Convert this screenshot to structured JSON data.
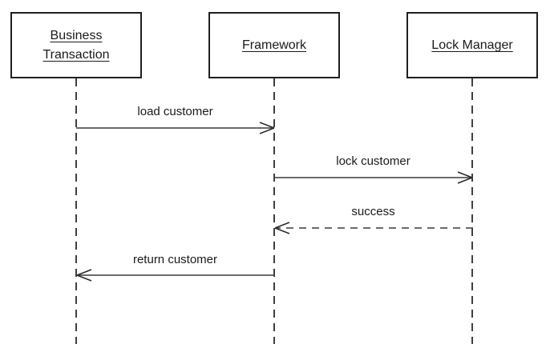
{
  "diagram": {
    "type": "uml-sequence-diagram",
    "colors": {
      "background": "#ffffff",
      "box_border": "#1f1f1f",
      "text": "#1a1a1a",
      "line": "#3a3a3a"
    },
    "actors": [
      {
        "id": "business-transaction",
        "label": "Business Transaction"
      },
      {
        "id": "framework",
        "label": "Framework"
      },
      {
        "id": "lock-manager",
        "label": "Lock Manager"
      }
    ],
    "messages": [
      {
        "label": "load customer",
        "from": "Business Transaction",
        "to": "Framework",
        "line": "solid"
      },
      {
        "label": "lock customer",
        "from": "Framework",
        "to": "Lock Manager",
        "line": "solid"
      },
      {
        "label": "success",
        "from": "Lock Manager",
        "to": "Framework",
        "line": "dashed"
      },
      {
        "label": "return customer",
        "from": "Framework",
        "to": "Business Transaction",
        "line": "solid"
      }
    ]
  }
}
